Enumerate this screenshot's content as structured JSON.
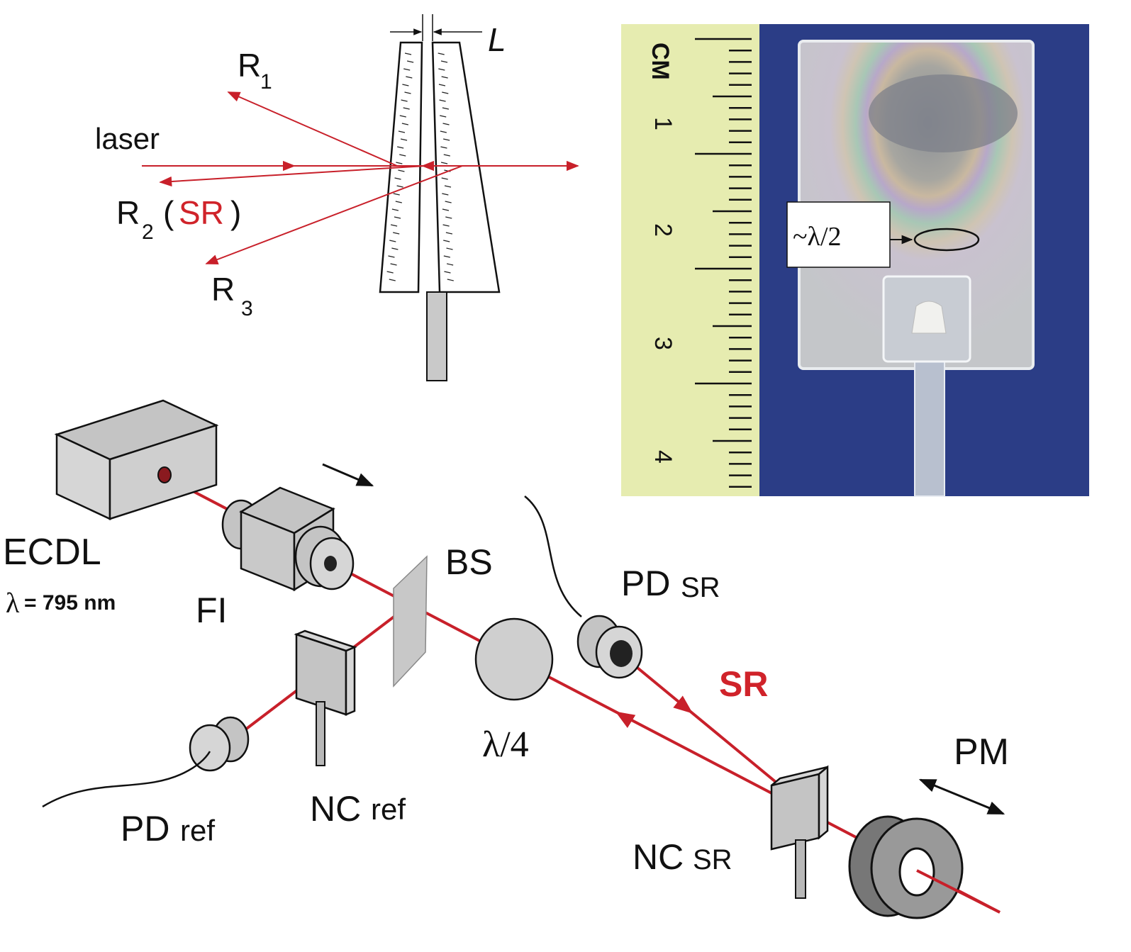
{
  "wedge_diagram": {
    "laser_label": "laser",
    "thickness_label": "L",
    "reflections": [
      {
        "base": "R",
        "sub": "1"
      },
      {
        "base": "R",
        "sub": "2",
        "open": "(",
        "tag": "SR",
        "close": ")"
      },
      {
        "base": "R",
        "sub": "3"
      }
    ]
  },
  "photo": {
    "ruler_unit": "CM",
    "ruler_numbers": [
      "1",
      "2",
      "3",
      "4"
    ],
    "annotation": "~λ/2"
  },
  "setup": {
    "ecdl": "ECDL",
    "wavelength_symbol": "λ",
    "wavelength_value": "= 795 nm",
    "faraday_isolator": "FI",
    "beam_splitter": "BS",
    "quarter_wave": "λ/4",
    "pd_sr": {
      "main": "PD",
      "sub": "SR"
    },
    "sr_beam": "SR",
    "pd_ref": {
      "main": "PD",
      "sub": "ref"
    },
    "nc_ref": {
      "main": "NC",
      "sub": "ref"
    },
    "nc_sr": {
      "main": "NC",
      "sub": "SR"
    },
    "piezo_mirror": "PM"
  },
  "colors": {
    "beam": "#c8202a",
    "sr_text": "#d0232a",
    "ruler": "#e6ecb0",
    "photo_bg": "#2b3d86"
  }
}
